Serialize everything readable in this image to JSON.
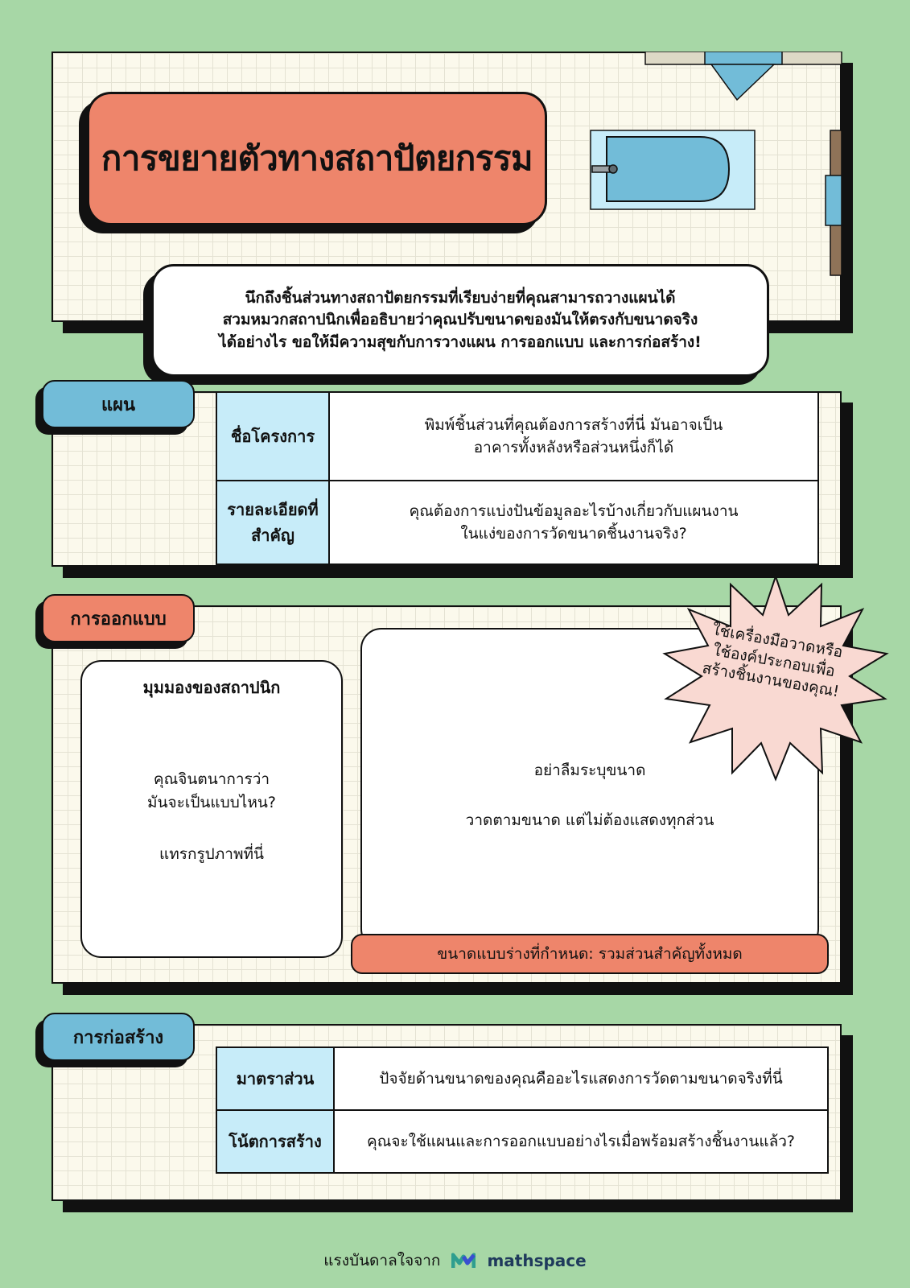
{
  "title": "การขยายตัวทางสถาปัตยกรรม",
  "intro": "นึกถึงชิ้นส่วนทางสถาปัตยกรรมที่เรียบง่ายที่คุณสามารถวางแผนได้\nสวมหมวกสถาปนิกเพื่ออธิบายว่าคุณปรับขนาดของมันให้ตรงกับขนาดจริง\nได้อย่างไร ขอให้มีความสุขกับการวางแผน การออกแบบ และการก่อสร้าง!",
  "plan": {
    "label": "แผน",
    "rows": [
      {
        "key": "ชื่อโครงการ",
        "value": "พิมพ์ชิ้นส่วนที่คุณต้องการสร้างที่นี่ มันอาจเป็น\nอาคารทั้งหลังหรือส่วนหนึ่งก็ได้"
      },
      {
        "key": "รายละเอียดที่\nสำคัญ",
        "value": "คุณต้องการแบ่งปันข้อมูลอะไรบ้างเกี่ยวกับแผนงาน\nในแง่ของการวัดขนาดชิ้นงานจริง?"
      }
    ]
  },
  "design": {
    "label": "การออกแบบ",
    "architect_view": {
      "heading": "มุมมองของสถาปนิก",
      "body": "คุณจินตนาการว่า\nมันจะเป็นแบบไหน?",
      "image_hint": "แทรกรูปภาพที่นี่"
    },
    "sketch": {
      "line1": "อย่าลืมระบุขนาด",
      "line2": "วาดตามขนาด แต่ไม่ต้องแสดงทุกส่วน",
      "caption": "ขนาดแบบร่างที่กำหนด: รวมส่วนสำคัญทั้งหมด"
    },
    "starburst": "ใช้เครื่องมือวาดหรือ\nใช้องค์ประกอบเพื่อ\nสร้างชิ้นงานของคุณ!"
  },
  "construction": {
    "label": "การก่อสร้าง",
    "rows": [
      {
        "key": "มาตราส่วน",
        "value": "ปัจจัยด้านขนาดของคุณคืออะไรแสดงการวัดตามขนาดจริงที่นี่"
      },
      {
        "key": "โน้ตการสร้าง",
        "value": "คุณจะใช้แผนและการออกแบบอย่างไรเมื่อพร้อมสร้างชิ้นงานแล้ว?"
      }
    ]
  },
  "footer": {
    "text": "แรงบันดาลใจจาก",
    "brand": "mathspace"
  },
  "colors": {
    "background": "#a7d7a6",
    "salmon": "#ee856b",
    "blue": "#72bcd8",
    "light_blue": "#c7ecf9",
    "pink": "#f9d9d2"
  }
}
